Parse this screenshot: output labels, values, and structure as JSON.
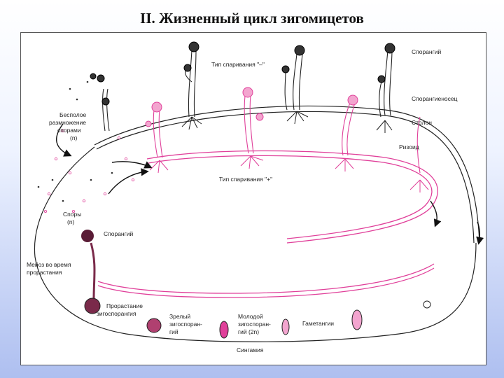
{
  "title": "II. Жизненный цикл зигомицетов",
  "colors": {
    "plus_strain": "#e0409a",
    "minus_strain": "#222222",
    "background_top": "#ffffff",
    "background_bottom": "#aebff0"
  },
  "labels": {
    "sporangium_top": "Спорангий",
    "sporangiophore": "Спорангиеносец",
    "stolon": "Столон",
    "rhizoid": "Ризоид",
    "mating_type_minus": "Тип спаривания \"–\"",
    "mating_type_plus": "Тип спаривания \"+\"",
    "asexual_line1": "Бесполое",
    "asexual_line2": "размножение",
    "asexual_line3": "спорами",
    "asexual_line4": "(n)",
    "spores_line1": "Споры",
    "spores_line2": "(n)",
    "sporangium_left": "Спорангий",
    "meiosis_line1": "Мейоз во время",
    "meiosis_line2": "прорастания",
    "germination_line1": "Прорастание",
    "germination_line2": "зигоспорангия",
    "mature_line1": "Зрелый",
    "mature_line2": "зигоспоран-",
    "mature_line3": "гий",
    "young_line1": "Молодой",
    "young_line2": "зигоспоран-",
    "young_line3": "гий (2n)",
    "gametangia": "Гаметангии",
    "syngamy": "Сингамия"
  }
}
